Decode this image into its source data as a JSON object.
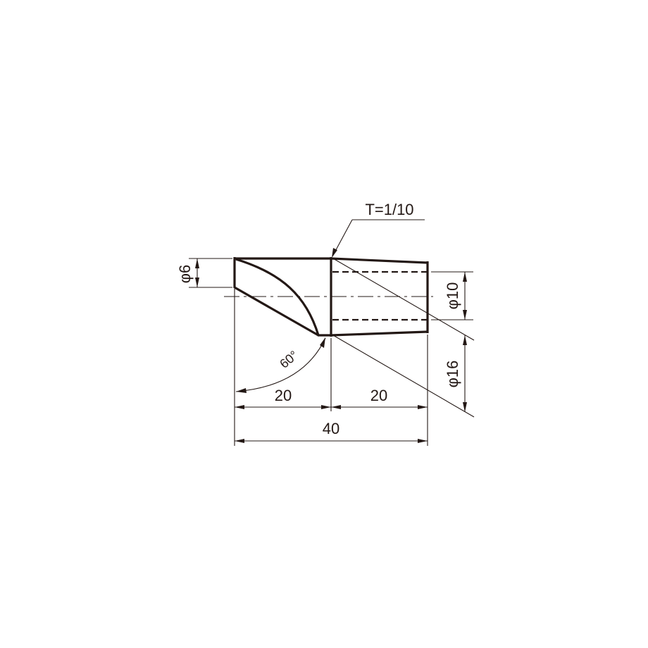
{
  "drawing": {
    "taper_label": "T=1/10",
    "dim_phi6": "φ6",
    "dim_phi10": "φ10",
    "dim_phi16": "φ16",
    "dim_left_20": "20",
    "dim_right_20": "20",
    "dim_total_40": "40",
    "angle_label": "60°",
    "line_color": "#231815",
    "background_color": "#ffffff"
  }
}
